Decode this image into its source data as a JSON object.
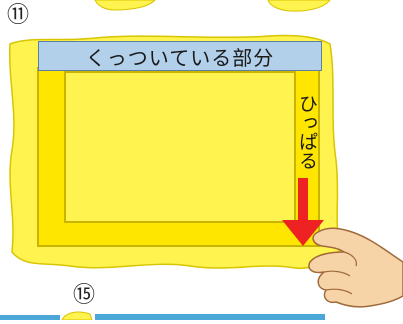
{
  "steps": {
    "top_number": "⑪",
    "bottom_number": "⑮"
  },
  "labels": {
    "attached_part": "くっついている部分",
    "pull": "ひっぱる"
  },
  "colors": {
    "sheet_yellow": "#fff44f",
    "frame_yellow": "#ffe600",
    "frame_outline": "#c9b400",
    "label_blue": "#b3d0ea",
    "arrow_red": "#ee2222",
    "hand_skin": "#f7d3a8",
    "bottom_band": "#4aa7d8"
  },
  "icons": {
    "hand": "hand-icon",
    "arrow": "down-arrow-icon"
  }
}
